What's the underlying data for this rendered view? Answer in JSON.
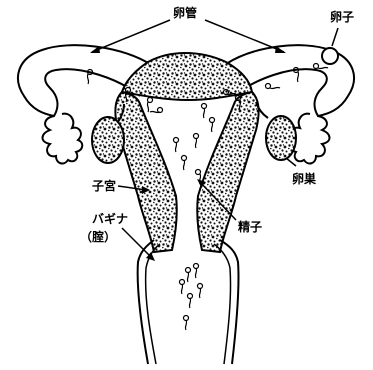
{
  "labels": {
    "fallopian_tube": "卵管",
    "egg": "卵子",
    "uterus": "子宮",
    "ovary": "卵巣",
    "vagina": "バギナ",
    "vagina_kanji": "（腟）",
    "sperm": "精子"
  },
  "colors": {
    "ink": "#000000",
    "background": "#ffffff",
    "stipple": "#111111"
  }
}
